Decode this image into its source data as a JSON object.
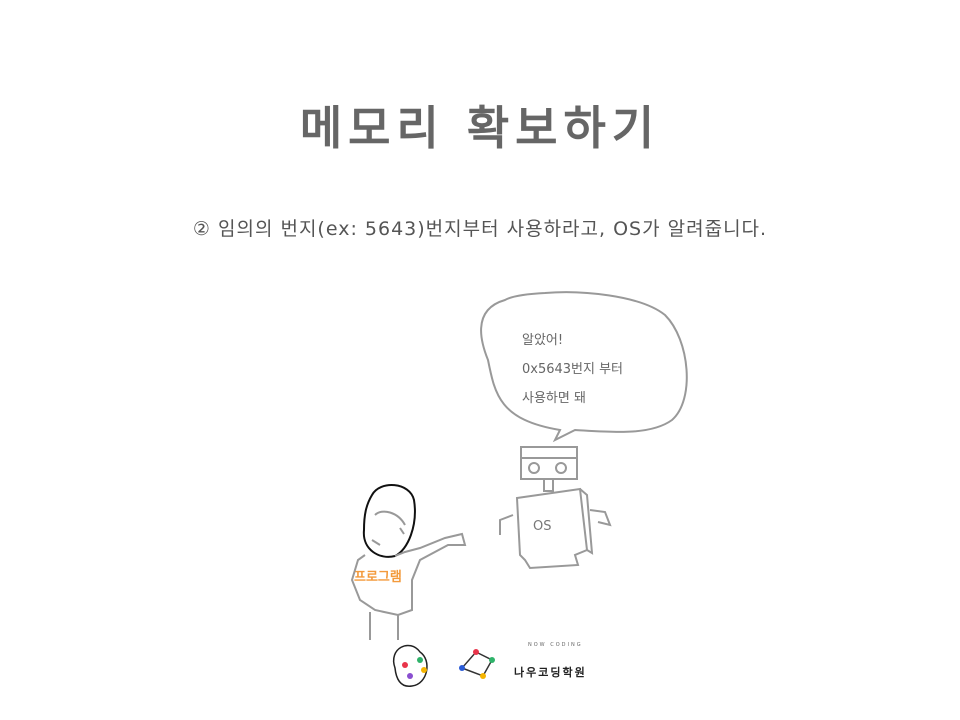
{
  "slide": {
    "title": "메모리 확보하기",
    "subtitle": "② 임의의 번지(ex: 5643)번지부터 사용하라고, OS가 알려줍니다."
  },
  "speech_bubble": {
    "lines": [
      "알았어!",
      "0x5643번지 부터",
      "사용하면 돼"
    ]
  },
  "robot": {
    "label": "OS"
  },
  "person": {
    "label": "프로그램"
  },
  "brand": {
    "arc_text": "NOW CODING",
    "name": "나우코딩학원"
  },
  "colors": {
    "title": "#666666",
    "subtitle": "#555555",
    "sketch": "#999999",
    "program_label": "#f39a3c",
    "logo_red": "#e8344a",
    "logo_blue": "#2a5bd7",
    "logo_green": "#2fb36a",
    "logo_yellow": "#f5b400",
    "logo_purple": "#8a4fd0"
  }
}
